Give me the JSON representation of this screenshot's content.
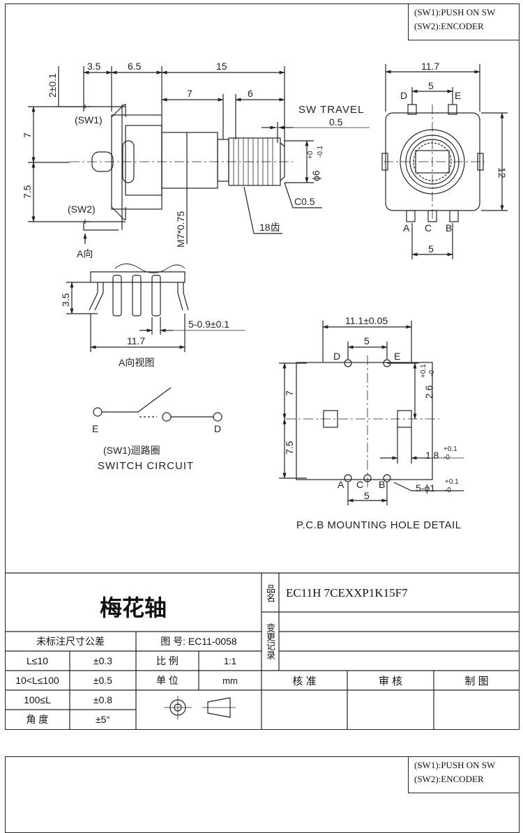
{
  "switch_legend": {
    "sw1": "(SW1):PUSH ON SW",
    "sw2": "(SW2):ENCODER"
  },
  "side_view": {
    "dims_top": [
      "3.5",
      "6.5",
      "15",
      "7",
      "6"
    ],
    "dim_left_top": "2±0.1",
    "dim_left": [
      "7",
      "7.5"
    ],
    "sw1": "(SW1)",
    "sw2": "(SW2)",
    "sw_travel": "SW TRAVEL",
    "sw_travel_value": "0.5",
    "shaft_dia": "ϕ6",
    "shaft_tol_plus": "+0",
    "shaft_tol_minus": "-0.1",
    "chamfer": "C0.5",
    "thread": "M7*0.75",
    "teeth": "18齿",
    "view_arrow": "A向"
  },
  "front_view": {
    "width": "11.7",
    "pin_pitch_top": "5",
    "pin_pitch_bottom": "5",
    "height": "12",
    "pins_top": [
      "D",
      "E"
    ],
    "pins_bottom": [
      "A",
      "C",
      "B"
    ]
  },
  "a_view": {
    "dim_height": "3.5",
    "pins": "5-0.9±0.1",
    "width": "11.7",
    "caption": "A向视图"
  },
  "switch_circuit": {
    "terminal_left": "E",
    "terminal_right": "D",
    "caption_cn": "(SW1)迴路圈",
    "caption_en": "SWITCH CIRCUIT"
  },
  "pcb": {
    "width": "11.1±0.05",
    "pitch_top": "5",
    "pitch_bottom": "5",
    "dim_left": [
      "7",
      "7.5"
    ],
    "dim_right_top": "2.6",
    "dim_right_top_tol": [
      "+0.1",
      "-0"
    ],
    "slot": "1.8",
    "slot_tol": [
      "+0.1",
      "-0"
    ],
    "holes": "5-ϕ1",
    "holes_tol": [
      "+0.1",
      "-0"
    ],
    "pins_top": [
      "D",
      "E"
    ],
    "pins_bottom": [
      "A",
      "C",
      "B"
    ],
    "caption": "P.C.B MOUNTING HOLE DETAIL"
  },
  "title_block": {
    "product_name": "梅花轴",
    "pin_label": "品名",
    "model": "EC11H 7CEXXP1K15F7",
    "change_label": "变更记录",
    "tolerance_title": "未标注尺寸公差",
    "drawing_no": "图 号: EC11-0058",
    "tolerances": [
      {
        "range": "L≤10",
        "tol": "±0.3"
      },
      {
        "range": "10<L≤100",
        "tol": "±0.5"
      },
      {
        "range": "100≤L",
        "tol": "±0.8"
      },
      {
        "range": "角 度",
        "tol": "±5°"
      }
    ],
    "scale_label": "比 例",
    "scale_value": "1:1",
    "unit_label": "单 位",
    "unit_value": "mm",
    "approve": "核 准",
    "review": "审 核",
    "draft": "制 图"
  },
  "second_sheet": {
    "sw1": "(SW1):PUSH ON SW",
    "sw2": "(SW2):ENCODER"
  }
}
